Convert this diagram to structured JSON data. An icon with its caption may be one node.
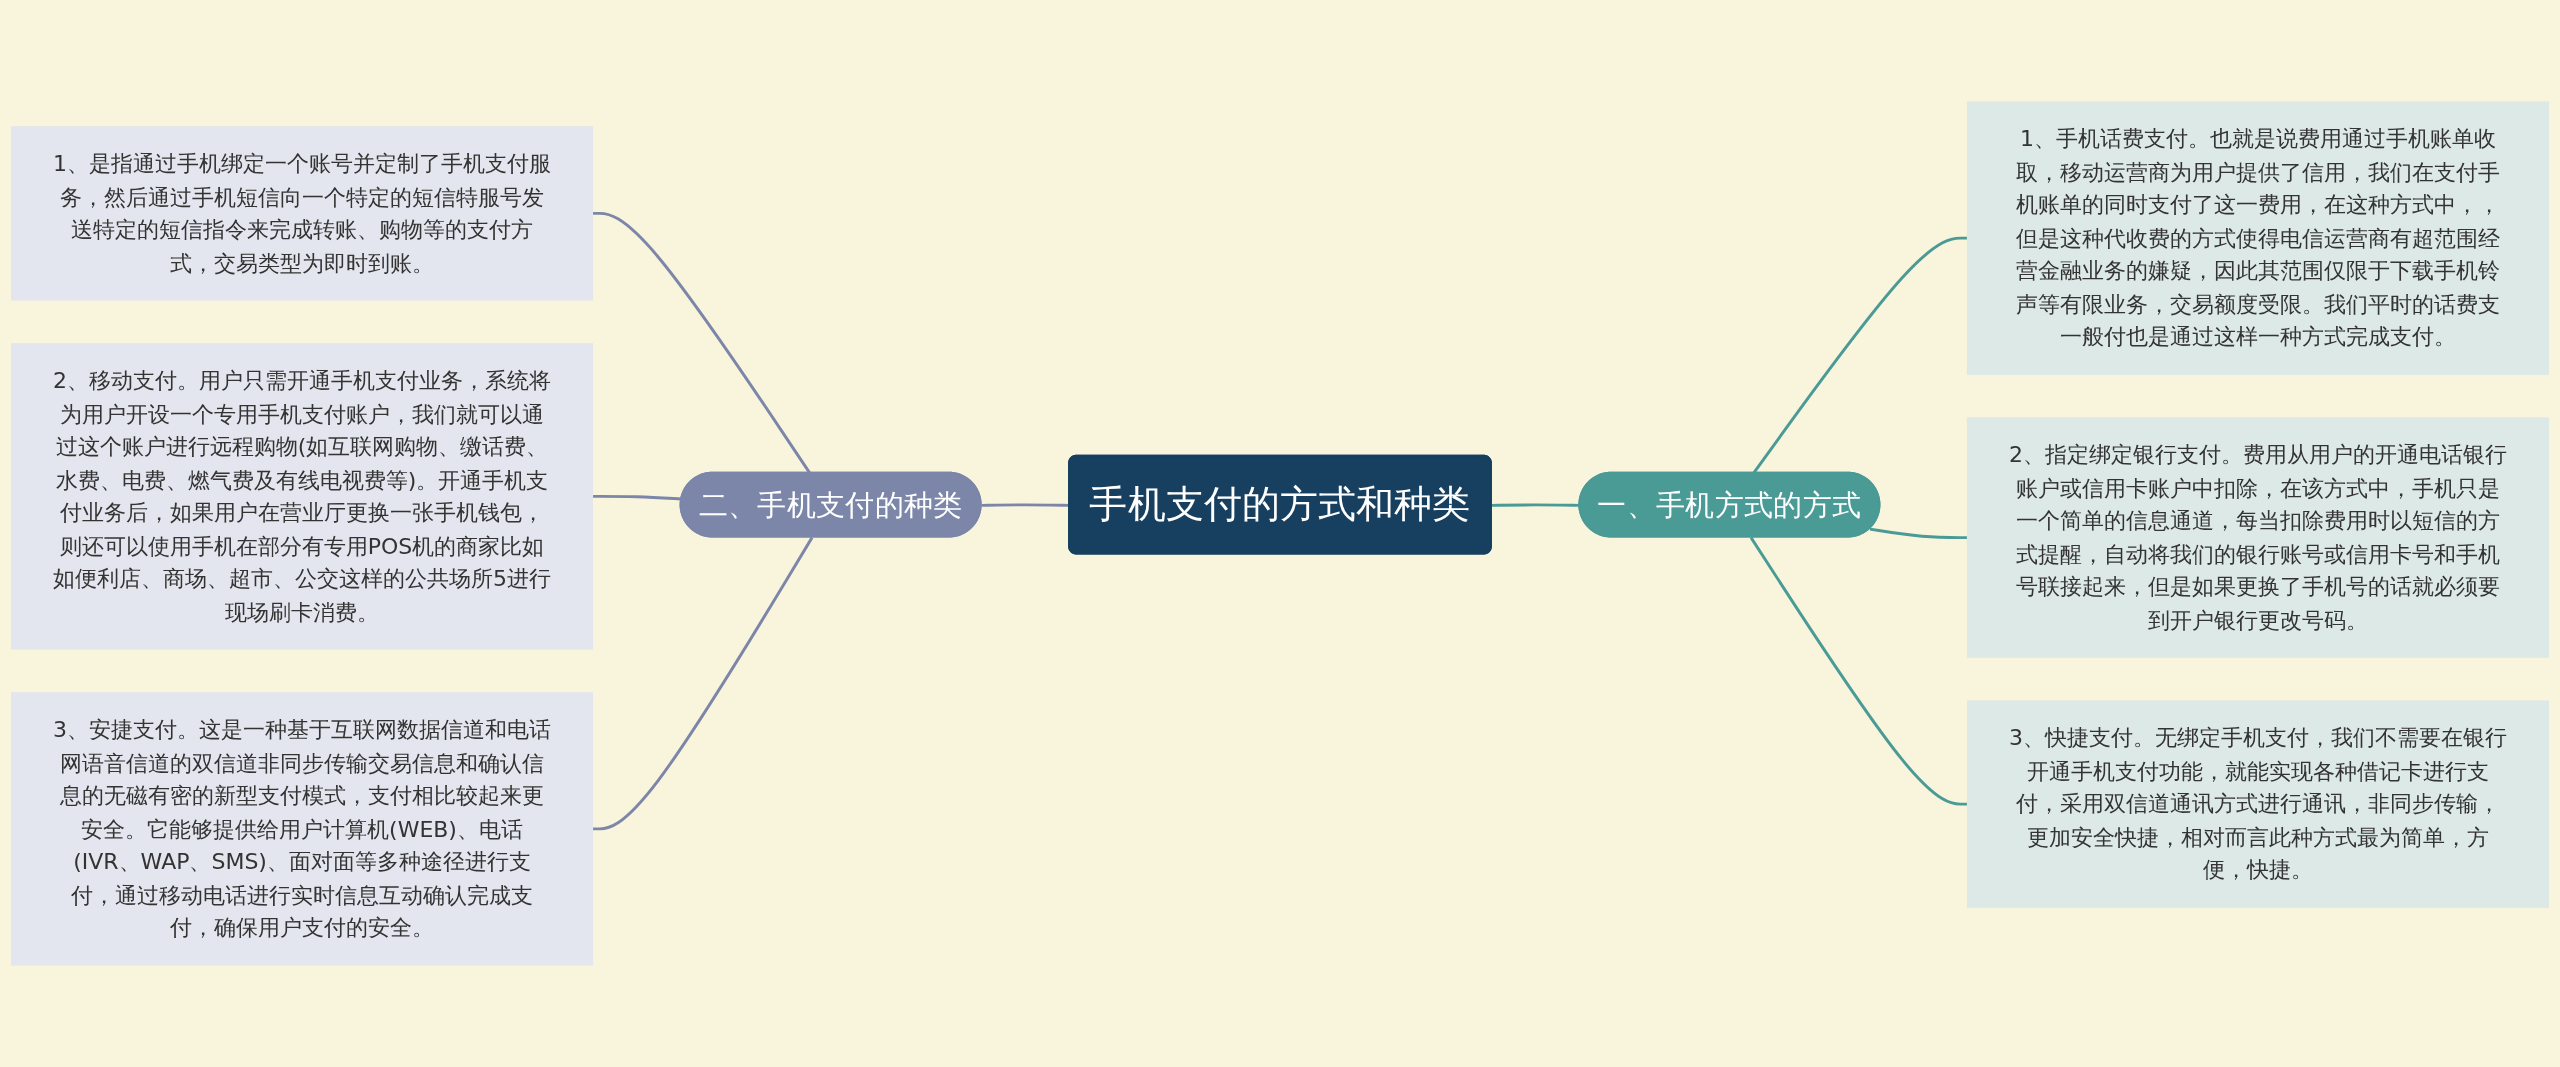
{
  "diagram": {
    "nodes": [
      {
        "text": [
          "手机支付的方式和种类"
        ]
      },
      {
        "text": [
          "一、手机方式的方式"
        ]
      },
      {
        "text": [
          "1、手机话费支付。也就是说费用通过手机账单收取，移动运营商为用户提供了信用，我们在支付手机账单的同时支付了这一费用，在这种方式中，，但是这种代收费的方式使得电信运营商有超范围经营金融业务的嫌疑，因此其范围仅限于下载手机铃声等有限业务，交易额度受限。我们平时的话费支一般付也是通过这样一种方式完成支付。"
        ]
      },
      {
        "text": [
          "2、指定绑定银行支付。费用从用户的开通电话银行账户或信用卡账户中扣除，在该方式中，手机只是一个简单的信息通道，每当扣除费用时以短信的方式提醒，自动将我们的银行账号或信用卡号和手机号联接起来，但是如果更换了手机号的话就必须要到开户银行更改号码。"
        ]
      },
      {
        "text": [
          "3、快捷支付。无绑定手机支付，我们不需要在银行开通手机支付功能，就能实现各种借记卡进行支付，采用双信道通讯方式进行通讯，非同步传输，更加安全快捷，相对而言此种方式最为简单，方便，快捷。"
        ]
      },
      {
        "text": [
          "二、手机支付的种类"
        ]
      },
      {
        "text": [
          "1、是指通过手机绑定一个账号并定制了手机支付服务，然后通过手机短信向一个特定的短信特服号发送特定的短信指令来完成转账、购物等的支付方式，交易类型为即时到账。"
        ]
      },
      {
        "text": [
          "2、移动支付。用户只需开通手机支付业务，系统将为用户开设一个专用手机支付账户，我们就可以通过这个账户进行远程购物(如互联网购物、缴话费、水费、电费、燃气费及有线电视费等)。开通手机支付业务后，如果用户在营业厅更换一张手机钱包，则还可以使用手机在部分有专用POS机的商家比如如便利店、商场、超市、公交这样的公共场所5进行现场刷卡消费。"
        ]
      },
      {
        "text": [
          "3、安捷支付。这是一种基于互联网数据信道和电话网语音信道的双信道非同步传输交易信息和确认信息的无磁有密的新型支付模式，支付相比较起来更安全。它能够提供给用户计算机(WEB)、电话(IVR、WAP、SMS)、面对面等多种途径进行支付，通过移动电话进行实时信息互动确认完成支付，确保用户支付的安全。"
        ]
      }
    ],
    "edges": [
      {
        "from": 0,
        "to": 1,
        "arrow": "none",
        "color": "#4a9a96"
      },
      {
        "from": 1,
        "to": 2,
        "arrow": "none",
        "color": "#4a9a96"
      },
      {
        "from": 1,
        "to": 3,
        "arrow": "none",
        "color": "#4a9a96"
      },
      {
        "from": 1,
        "to": 4,
        "arrow": "none",
        "color": "#4a9a96"
      },
      {
        "from": 5,
        "to": 0,
        "arrow": "none",
        "color": "#7c86a8"
      },
      {
        "from": 6,
        "to": 5,
        "arrow": "none",
        "color": "#7c86a8"
      },
      {
        "from": 7,
        "to": 5,
        "arrow": "none",
        "color": "#7c86a8"
      },
      {
        "from": 8,
        "to": 5,
        "arrow": "none",
        "color": "#7c86a8"
      }
    ]
  }
}
